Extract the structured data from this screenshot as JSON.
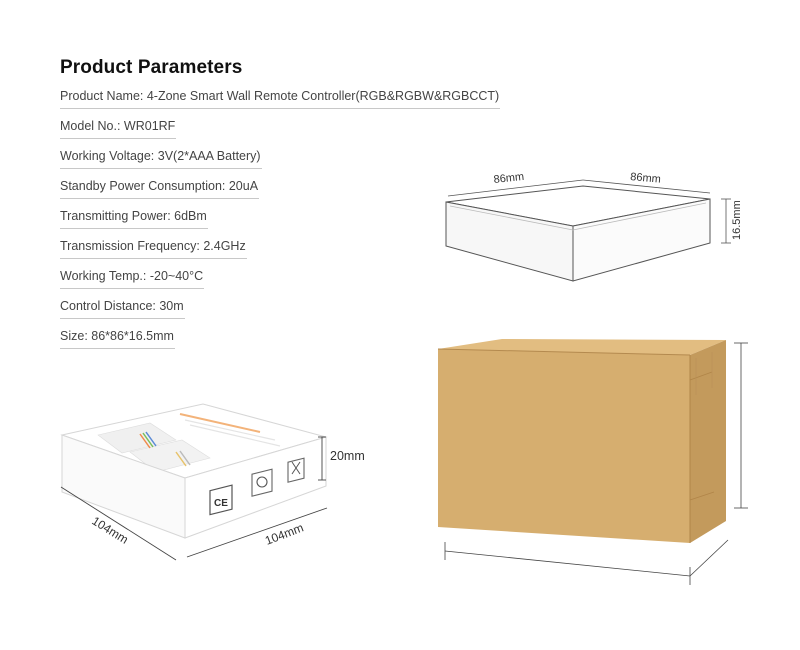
{
  "title": "Product Parameters",
  "params": [
    "Product Name: 4-Zone Smart Wall Remote Controller(RGB&RGBW&RGBCCT)",
    "Model No.: WR01RF",
    "Working Voltage: 3V(2*AAA Battery)",
    "Standby Power Consumption: 20uA",
    "Transmitting Power: 6dBm",
    "Transmission Frequency: 2.4GHz",
    "Working Temp.: -20~40°C",
    "Control Distance: 30m",
    "Size: 86*86*16.5mm"
  ],
  "device_dims": {
    "width": "86mm",
    "depth": "86mm",
    "height": "16.5mm"
  },
  "package_dims": {
    "width": "104mm",
    "depth": "104mm",
    "height": "20mm"
  },
  "package_marks": {
    "ce": "CE"
  },
  "colors": {
    "carton_front": "#d6ae6f",
    "carton_side": "#c39a5c",
    "carton_top": "#e2bd81"
  }
}
